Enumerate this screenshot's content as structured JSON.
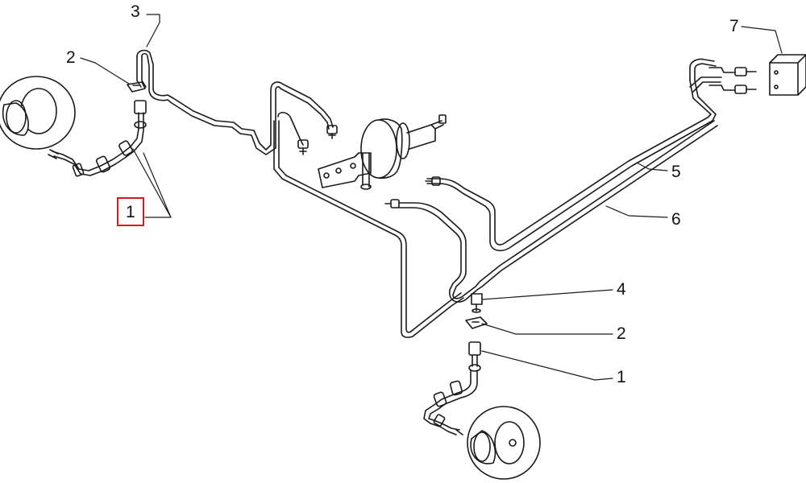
{
  "callouts": [
    {
      "id": "c1-front",
      "label": "1",
      "highlighted": true
    },
    {
      "id": "c2-front",
      "label": "2",
      "highlighted": false
    },
    {
      "id": "c3",
      "label": "3",
      "highlighted": false
    },
    {
      "id": "c4",
      "label": "4",
      "highlighted": false
    },
    {
      "id": "c2-rear",
      "label": "2",
      "highlighted": false
    },
    {
      "id": "c1-rear",
      "label": "1",
      "highlighted": false
    },
    {
      "id": "c5",
      "label": "5",
      "highlighted": false
    },
    {
      "id": "c6",
      "label": "6",
      "highlighted": false
    },
    {
      "id": "c7",
      "label": "7",
      "highlighted": false
    }
  ],
  "colors": {
    "line": "#1a1a1a",
    "highlight_border": "#d8141c",
    "background": "#ffffff"
  },
  "icons": [
    "brake-disc-icon",
    "brake-hose-icon",
    "brake-booster-icon",
    "abs-module-icon",
    "bracket-clip-icon",
    "union-fitting-icon"
  ]
}
